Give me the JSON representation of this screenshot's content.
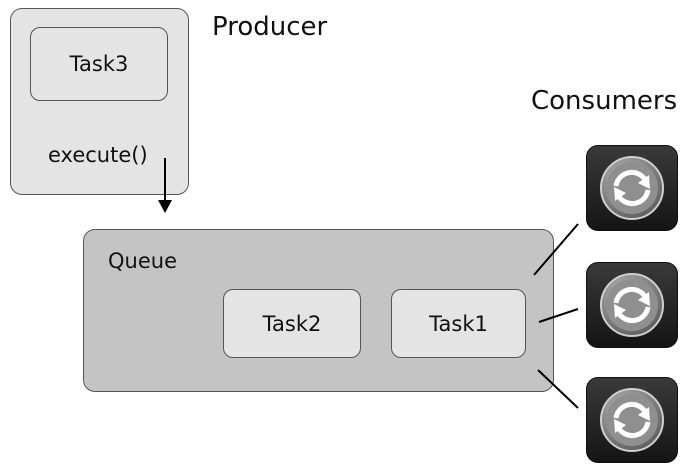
{
  "producer": {
    "title": "Producer",
    "task_label": "Task3",
    "method_label": "execute()"
  },
  "queue": {
    "title": "Queue",
    "tasks": [
      "Task2",
      "Task1"
    ]
  },
  "consumers": {
    "title": "Consumers",
    "count": 3,
    "icon": "refresh-icon"
  },
  "colors": {
    "box_fill": "#e4e4e4",
    "queue_fill": "#c4c4c4",
    "consumer_fill": "#1e1e1e",
    "icon_fill": "#8f8f8f"
  }
}
